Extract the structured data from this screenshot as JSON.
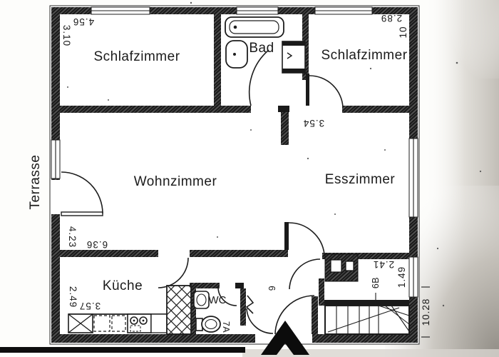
{
  "floorplan": {
    "rooms": {
      "schlafzimmer_left": "Schlafzimmer",
      "schlafzimmer_right": "Schlafzimmer",
      "bad": "Bad",
      "wohnzimmer": "Wohnzimmer",
      "esszimmer": "Esszimmer",
      "kueche": "Küche",
      "wc": "WC",
      "terrasse": "Terrasse"
    },
    "dimensions": {
      "top_left_width": "4.56",
      "top_left_depth": "3.10",
      "top_right_width": "2.89",
      "top_right_depth": "10",
      "esszimmer_width": "3.54",
      "wohnzimmer_depth": "4.23",
      "wohnzimmer_width": "6.36",
      "kueche_depth": "2.49",
      "kueche_width": "3.57",
      "rear_right_width": "2.41",
      "rear_right_depth": "1.49",
      "overall_depth": "10.28"
    },
    "annotations": {
      "door_7a": "7A",
      "door_6": "6",
      "shaft_6b": "6B"
    },
    "colors": {
      "ink": "#1b1b1b",
      "paper": "#ffffff",
      "scan_shadow": "#aba79f"
    }
  }
}
